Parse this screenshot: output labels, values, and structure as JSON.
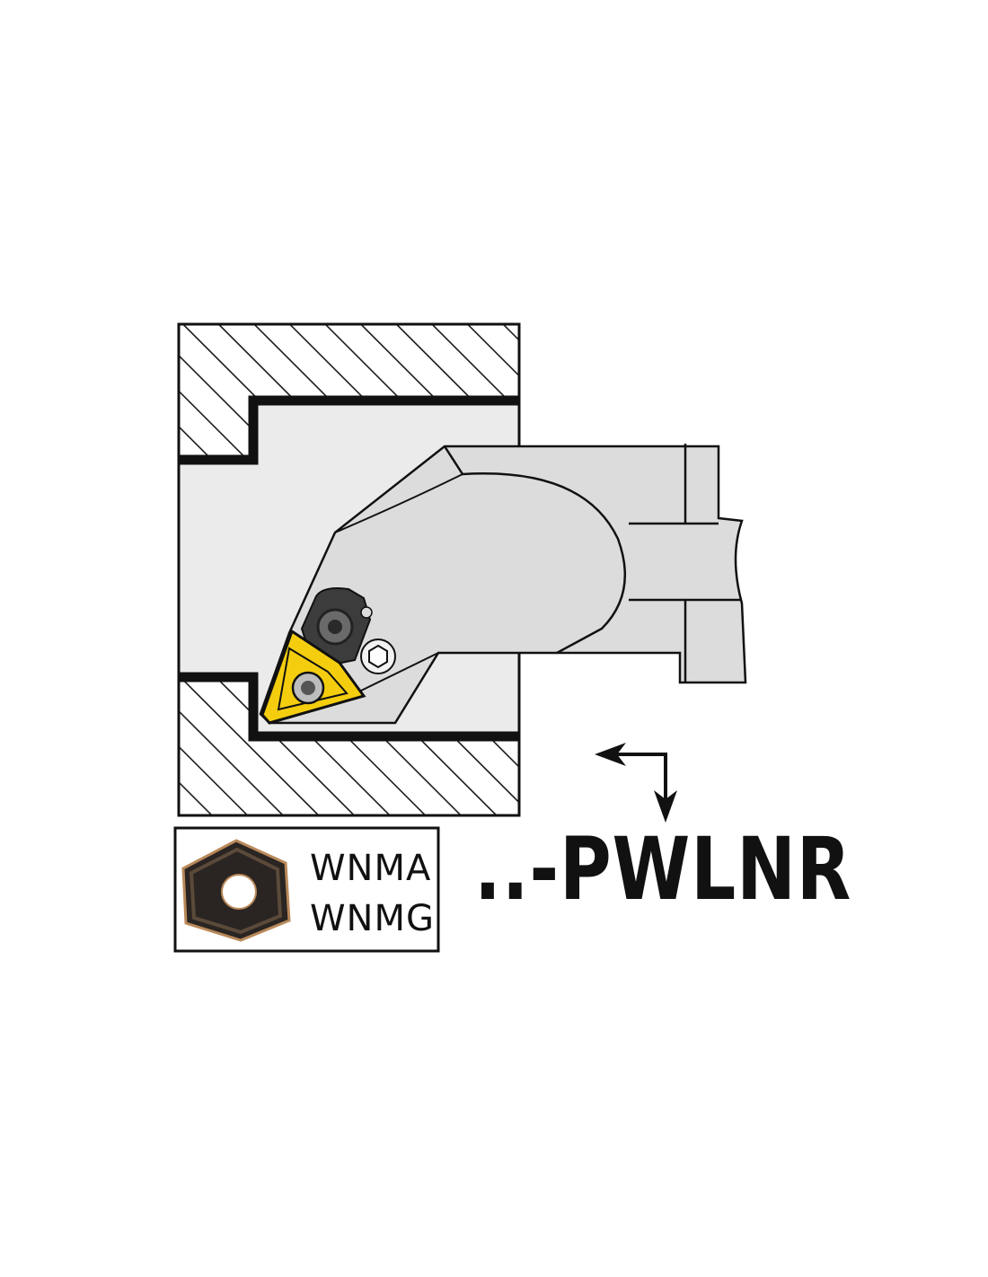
{
  "insert_box": {
    "codes": [
      "WNMA",
      "WNMG"
    ]
  },
  "designation": "..-PWLNR",
  "colors": {
    "outline": "#111111",
    "bore_fill": "#ebebeb",
    "holder_fill": "#dcdcdc",
    "insert_yellow": "#f4cd0e",
    "clamp_dark": "#3c3c3c",
    "insert_photo_dark": "#2a2522",
    "insert_photo_gold": "#b9895a"
  },
  "icons": [
    "hatched-workpiece-section",
    "boring-bar-holder",
    "clamp-screw-icon",
    "hex-socket-screw-icon",
    "feed-direction-arrows-icon",
    "insert-photo-icon"
  ]
}
